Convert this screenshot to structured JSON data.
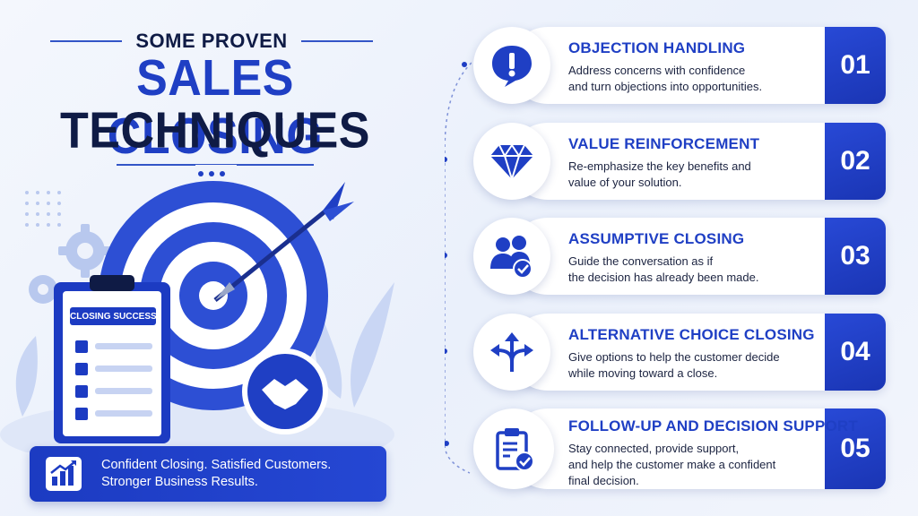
{
  "header": {
    "pretitle": "SOME PROVEN",
    "title_line1": "SALES CLOSING",
    "title_line2": "TECHNIQUES"
  },
  "illustration": {
    "clipboard_label": "CLOSING SUCCESS",
    "icons": [
      "target-icon",
      "dart-icon",
      "clipboard-icon",
      "handshake-icon",
      "gear-icon",
      "leaf-icon"
    ]
  },
  "banner": {
    "line1": "Confident Closing. Satisfied Customers.",
    "line2": "Stronger Business Results.",
    "icon": "bar-chart-growth-icon"
  },
  "techniques": [
    {
      "number": "01",
      "title": "OBJECTION HANDLING",
      "desc_line1": "Address concerns with confidence",
      "desc_line2": "and turn objections into opportunities.",
      "icon": "exclamation-speech-bubble-icon"
    },
    {
      "number": "02",
      "title": "VALUE REINFORCEMENT",
      "desc_line1": "Re-emphasize the key benefits and",
      "desc_line2": "value of your solution.",
      "icon": "diamond-icon"
    },
    {
      "number": "03",
      "title": "ASSUMPTIVE CLOSING",
      "desc_line1": "Guide the conversation as if",
      "desc_line2": "the decision has already been made.",
      "icon": "people-check-icon"
    },
    {
      "number": "04",
      "title": "ALTERNATIVE CHOICE CLOSING",
      "desc_line1": "Give options to help the customer decide",
      "desc_line2": "while moving toward a close.",
      "icon": "split-arrows-icon"
    },
    {
      "number": "05",
      "title": "FOLLOW-UP AND DECISION SUPPORT",
      "desc_line1": "Stay connected, provide support,",
      "desc_line2": "and help the customer make a confident",
      "desc_line3": "final decision.",
      "icon": "clipboard-check-icon"
    }
  ],
  "colors": {
    "primary": "#1f3fc4",
    "dark": "#0f1b45",
    "background": "#eef2fb"
  }
}
